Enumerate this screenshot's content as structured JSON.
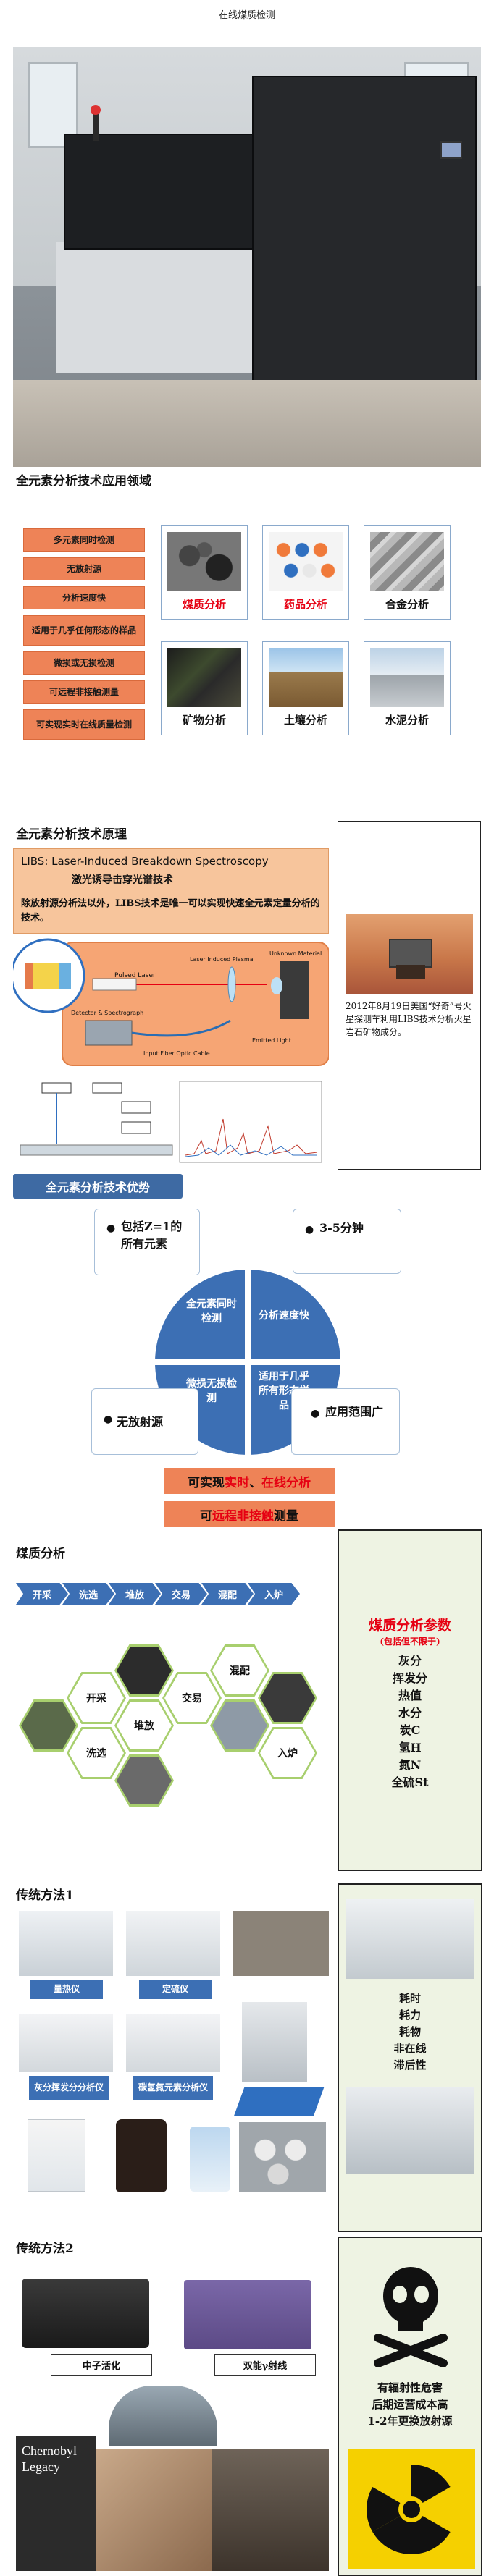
{
  "page": {
    "title": "在线煤质检测"
  },
  "sections": {
    "applications": "全元素分析技术应用领域",
    "principle": "全元素分析技术原理",
    "coal": "煤质分析",
    "traditional1": "传统方法1",
    "traditional2": "传统方法2"
  },
  "applications": {
    "features": [
      "多元素同时检测",
      "无放射源",
      "分析速度快",
      "适用于几乎任何形态的样品",
      "微损或无损检测",
      "可远程非接触测量",
      "可实现实时在线质量检测"
    ],
    "fields": [
      "煤质分析",
      "药品分析",
      "合金分析",
      "矿物分析",
      "土壤分析",
      "水泥分析"
    ]
  },
  "principle": {
    "libs_title_prefix": "LIBS: ",
    "libs_title": "Laser-Induced Breakdown Spectroscopy",
    "libs_subtitle": "激光诱导击穿光谱技术",
    "libs_desc": "除放射源分析法以外，LIBS技术是唯一可以实现快速全元素定量分析的技术。",
    "diagram_labels": {
      "pulsed_laser": "Pulsed Laser",
      "laser_plasma": "Laser Induced Plasma",
      "unknown_material": "Unknown Material",
      "detector": "Detector & Spectrograph",
      "fiber": "Input Fiber Optic Cable",
      "emitted": "Emitted Light"
    },
    "mars_caption": "2012年8月19日美国“好奇”号火星探测车利用LIBS技术分析火星岩石矿物成分。"
  },
  "advantages": {
    "bar_title": "全元素分析技术优势",
    "quadrants": [
      "全元素同时检测",
      "分析速度快",
      "微损无损检测",
      "适用于几乎所有形态样品"
    ],
    "callouts": [
      "包括Z=1的所有元素",
      "3-5分钟",
      "无放射源",
      "应用范围广"
    ],
    "slogan1_a": "可实现",
    "slogan1_b": "实时",
    "slogan1_c": "、",
    "slogan1_d": "在线分析",
    "slogan2_a": "可",
    "slogan2_b": "远程非接触",
    "slogan2_c": "测量"
  },
  "coal": {
    "steps": [
      "开采",
      "洗选",
      "堆放",
      "交易",
      "混配",
      "入炉"
    ],
    "hex_labels": [
      "开采",
      "洗选",
      "堆放",
      "交易",
      "混配",
      "入炉"
    ],
    "param_title": "煤质分析参数",
    "param_sub": "(包括但不限于)",
    "params": [
      "灰分",
      "挥发分",
      "热值",
      "水分",
      "炭C",
      "氢H",
      "氮N",
      "全硫St"
    ]
  },
  "traditional": {
    "labels1": [
      "量热仪",
      "定硫仪",
      "灰分挥发分分析仪",
      "碳氢氮元素分析仪"
    ],
    "drawbacks": [
      "耗时",
      "耗力",
      "耗物",
      "非在线",
      "滞后性"
    ],
    "labels2": [
      "中子活化",
      "双能γ射线"
    ],
    "chernobyl": "Chernobyl",
    "legacy": "Legacy",
    "warnings": [
      "有辐射性危害",
      "后期运营成本高",
      "1-2年更换放射源"
    ]
  },
  "colors": {
    "orange": "#ee8357",
    "blue": "#3c6fb4",
    "red": "#e60012",
    "green_hex": "#a8cf6e"
  }
}
